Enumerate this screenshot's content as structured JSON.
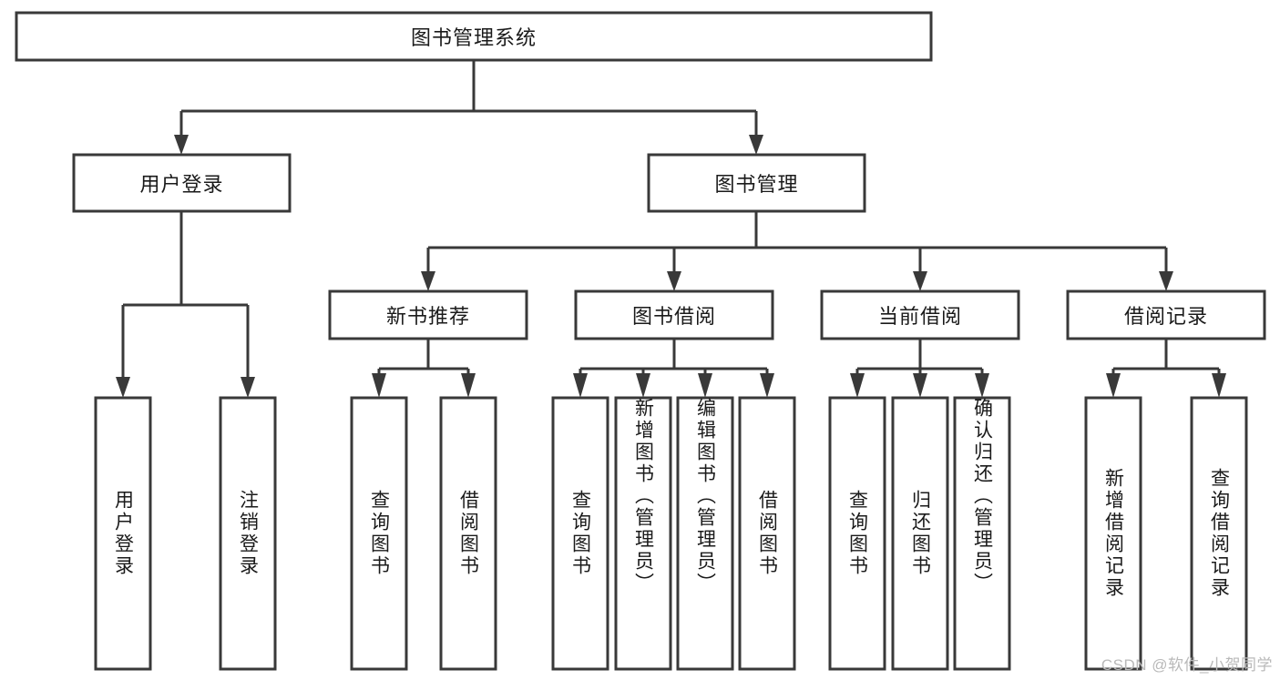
{
  "diagram": {
    "title": "图书管理系统",
    "type": "tree-hierarchy",
    "watermark": "CSDN @软件_小贺同学",
    "colors": {
      "stroke": "#393939",
      "node_fill": "#ffffff",
      "text": "#1a1a1a",
      "background": "#ffffff",
      "watermark": "#b9b9b9"
    },
    "root": {
      "id": "root",
      "label": "图书管理系统",
      "orientation": "horizontal"
    },
    "level1": [
      {
        "id": "user-login",
        "label": "用户登录",
        "orientation": "horizontal"
      },
      {
        "id": "book-management",
        "label": "图书管理",
        "orientation": "horizontal"
      }
    ],
    "level2": [
      {
        "id": "new-book-recommend",
        "label": "新书推荐",
        "orientation": "horizontal",
        "parent": "book-management"
      },
      {
        "id": "book-borrow",
        "label": "图书借阅",
        "orientation": "horizontal",
        "parent": "book-management"
      },
      {
        "id": "current-borrow",
        "label": "当前借阅",
        "orientation": "horizontal",
        "parent": "book-management"
      },
      {
        "id": "borrow-record",
        "label": "借阅记录",
        "orientation": "horizontal",
        "parent": "book-management"
      }
    ],
    "leaves": {
      "user-login": [
        {
          "id": "leaf-user-login",
          "label": "用户登录",
          "orientation": "vertical"
        },
        {
          "id": "leaf-logout",
          "label": "注销登录",
          "orientation": "vertical"
        }
      ],
      "new-book-recommend": [
        {
          "id": "leaf-query-book-1",
          "label": "查询图书",
          "orientation": "vertical"
        },
        {
          "id": "leaf-borrow-book-1",
          "label": "借阅图书",
          "orientation": "vertical"
        }
      ],
      "book-borrow": [
        {
          "id": "leaf-query-book-2",
          "label": "查询图书",
          "orientation": "vertical"
        },
        {
          "id": "leaf-add-book",
          "label": "新增图书（管理员）",
          "orientation": "vertical"
        },
        {
          "id": "leaf-edit-book",
          "label": "编辑图书（管理员）",
          "orientation": "vertical"
        },
        {
          "id": "leaf-borrow-book-2",
          "label": "借阅图书",
          "orientation": "vertical"
        }
      ],
      "current-borrow": [
        {
          "id": "leaf-query-book-3",
          "label": "查询图书",
          "orientation": "vertical"
        },
        {
          "id": "leaf-return-book",
          "label": "归还图书",
          "orientation": "vertical"
        },
        {
          "id": "leaf-confirm-return",
          "label": "确认归还（管理员）",
          "orientation": "vertical"
        }
      ],
      "borrow-record": [
        {
          "id": "leaf-add-record",
          "label": "新增借阅记录",
          "orientation": "vertical"
        },
        {
          "id": "leaf-query-record",
          "label": "查询借阅记录",
          "orientation": "vertical"
        }
      ]
    }
  }
}
